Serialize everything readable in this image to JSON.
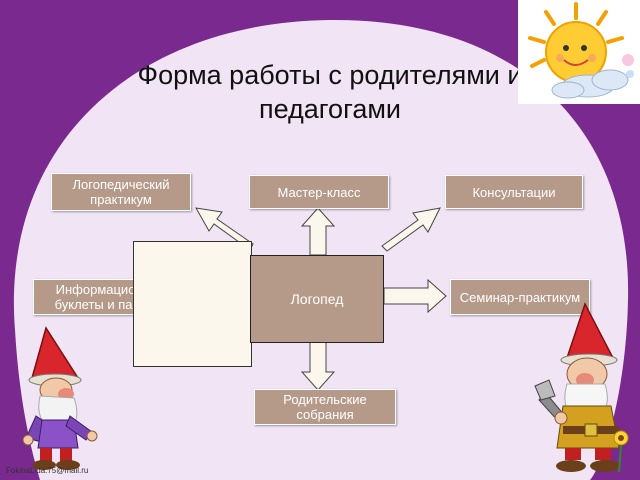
{
  "slide": {
    "title": "Форма работы  с родителями и педагогами",
    "watermark": "FokinaLida.75@mail.ru"
  },
  "nodes": {
    "center": "Логопед",
    "practicum": "Логопедический практикум",
    "master_class": "Мастер-класс",
    "consultations": "Консультации",
    "info_booklets": "Информационные буклеты и памятки",
    "seminar": "Семинар-практикум",
    "meetings": "Родительские собрания"
  },
  "colors": {
    "frame_purple": "#7a2a8f",
    "lavender": "#f1e4f4",
    "box_fill": "#b59a8a",
    "arrow_fill": "#fbf7ec"
  },
  "decorations": {
    "sun": "sun-with-cloud-icon",
    "gnome_left": "gnome-character-left",
    "gnome_right": "gnome-character-right-with-tool"
  }
}
